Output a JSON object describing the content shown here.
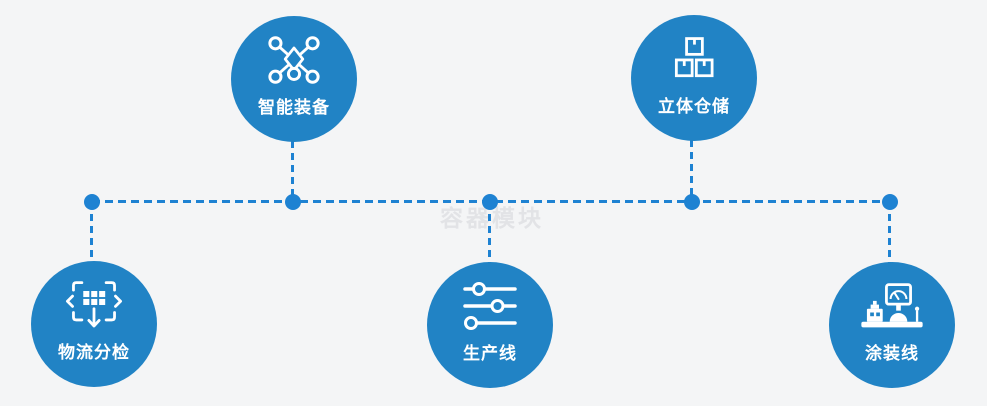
{
  "diagram": {
    "watermark": "容器模块",
    "nodes": [
      {
        "id": "smart-equipment",
        "label": "智能装备",
        "icon": "network-nodes-icon",
        "row": "top"
      },
      {
        "id": "stereo-warehouse",
        "label": "立体仓储",
        "icon": "stacked-boxes-icon",
        "row": "top"
      },
      {
        "id": "logistics-sorting",
        "label": "物流分检",
        "icon": "sorting-dispatch-icon",
        "row": "bottom"
      },
      {
        "id": "production-line",
        "label": "生产线",
        "icon": "sliders-icon",
        "row": "bottom"
      },
      {
        "id": "painting-line",
        "label": "涂装线",
        "icon": "machine-monitor-icon",
        "row": "bottom"
      }
    ],
    "colors": {
      "node_blue": "#2183c5",
      "connector_blue": "#1e82d2",
      "background": "#f4f5f6",
      "label_text": "#ffffff",
      "watermark_text": "#e2e3e6"
    }
  }
}
